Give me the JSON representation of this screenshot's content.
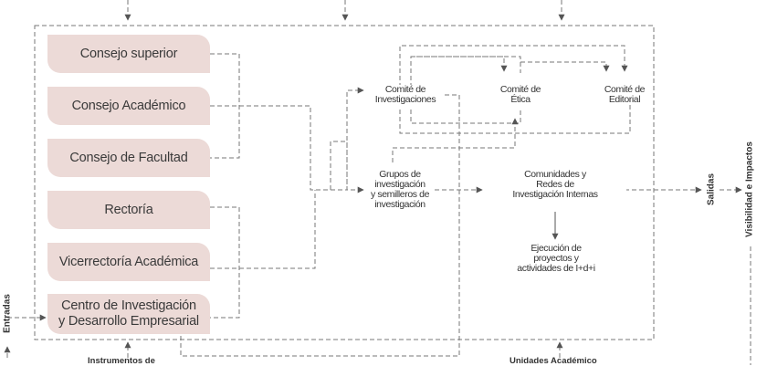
{
  "boxes": {
    "consejo_superior": "Consejo superior",
    "consejo_academico": "Consejo Académico",
    "consejo_facultad": "Consejo de Facultad",
    "rectoria": "Rectoría",
    "vicerrectoria": "Vicerrectoría Académica",
    "centro_line1": "Centro de Investigación",
    "centro_line2": "y Desarrollo Empresarial"
  },
  "nodes": {
    "comite_investigaciones": [
      "Comité de",
      "Investigaciones"
    ],
    "comite_etica": [
      "Comité de",
      "Ética"
    ],
    "comite_editorial": [
      "Comité de",
      "Editorial"
    ],
    "grupos": [
      "Grupos de",
      "investigación",
      "y semilleros de",
      "investigación"
    ],
    "comunidades": [
      "Comunidades y",
      "Redes de",
      "Investigación Internas"
    ],
    "ejecucion": [
      "Ejecución de",
      "proyectos y",
      "actividades de I+d+i"
    ]
  },
  "labels": {
    "entradas": "Entradas",
    "salidas": "Salidas",
    "visibilidad": "Visibilidad e Impactos",
    "instrumentos": "Instrumentos de",
    "unidades": "Unidades Académico"
  },
  "colors": {
    "box_fill": "#ecdad7",
    "line": "#777777",
    "arrow": "#555555"
  }
}
